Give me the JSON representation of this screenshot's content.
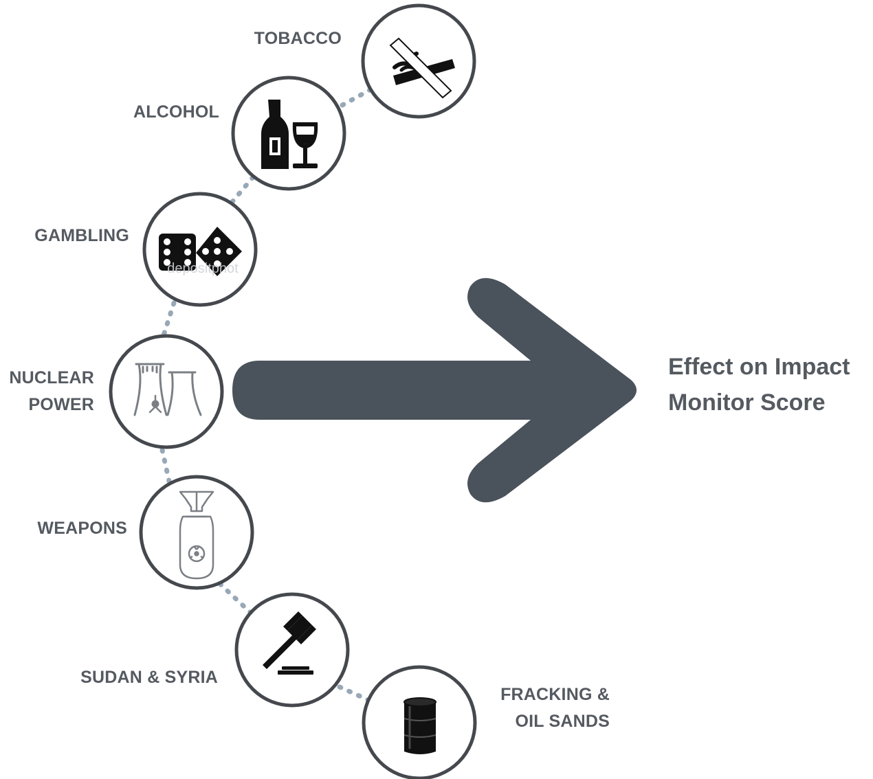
{
  "diagram": {
    "result": {
      "line1": "Effect on Impact",
      "line2": "Monitor Score"
    },
    "factors": [
      {
        "label_lines": [
          "TOBACCO"
        ],
        "icon": "no-smoking-icon"
      },
      {
        "label_lines": [
          "ALCOHOL"
        ],
        "icon": "wine-bottle-glass-icon"
      },
      {
        "label_lines": [
          "GAMBLING"
        ],
        "icon": "dice-icon",
        "watermark": "depositphot"
      },
      {
        "label_lines": [
          "NUCLEAR",
          "POWER"
        ],
        "icon": "cooling-tower-icon"
      },
      {
        "label_lines": [
          "WEAPONS"
        ],
        "icon": "nuclear-bomb-icon"
      },
      {
        "label_lines": [
          "SUDAN & SYRIA"
        ],
        "icon": "gavel-icon"
      },
      {
        "label_lines": [
          "FRACKING &",
          "OIL SANDS"
        ],
        "icon": "oil-barrel-icon"
      }
    ]
  },
  "colors": {
    "label_text": "#555a61",
    "arrow": "#4a525b",
    "circle_stroke": "#45494e",
    "connector": "#98a8b7",
    "icon_dark": "#111111",
    "icon_light": "#7b7f85"
  }
}
